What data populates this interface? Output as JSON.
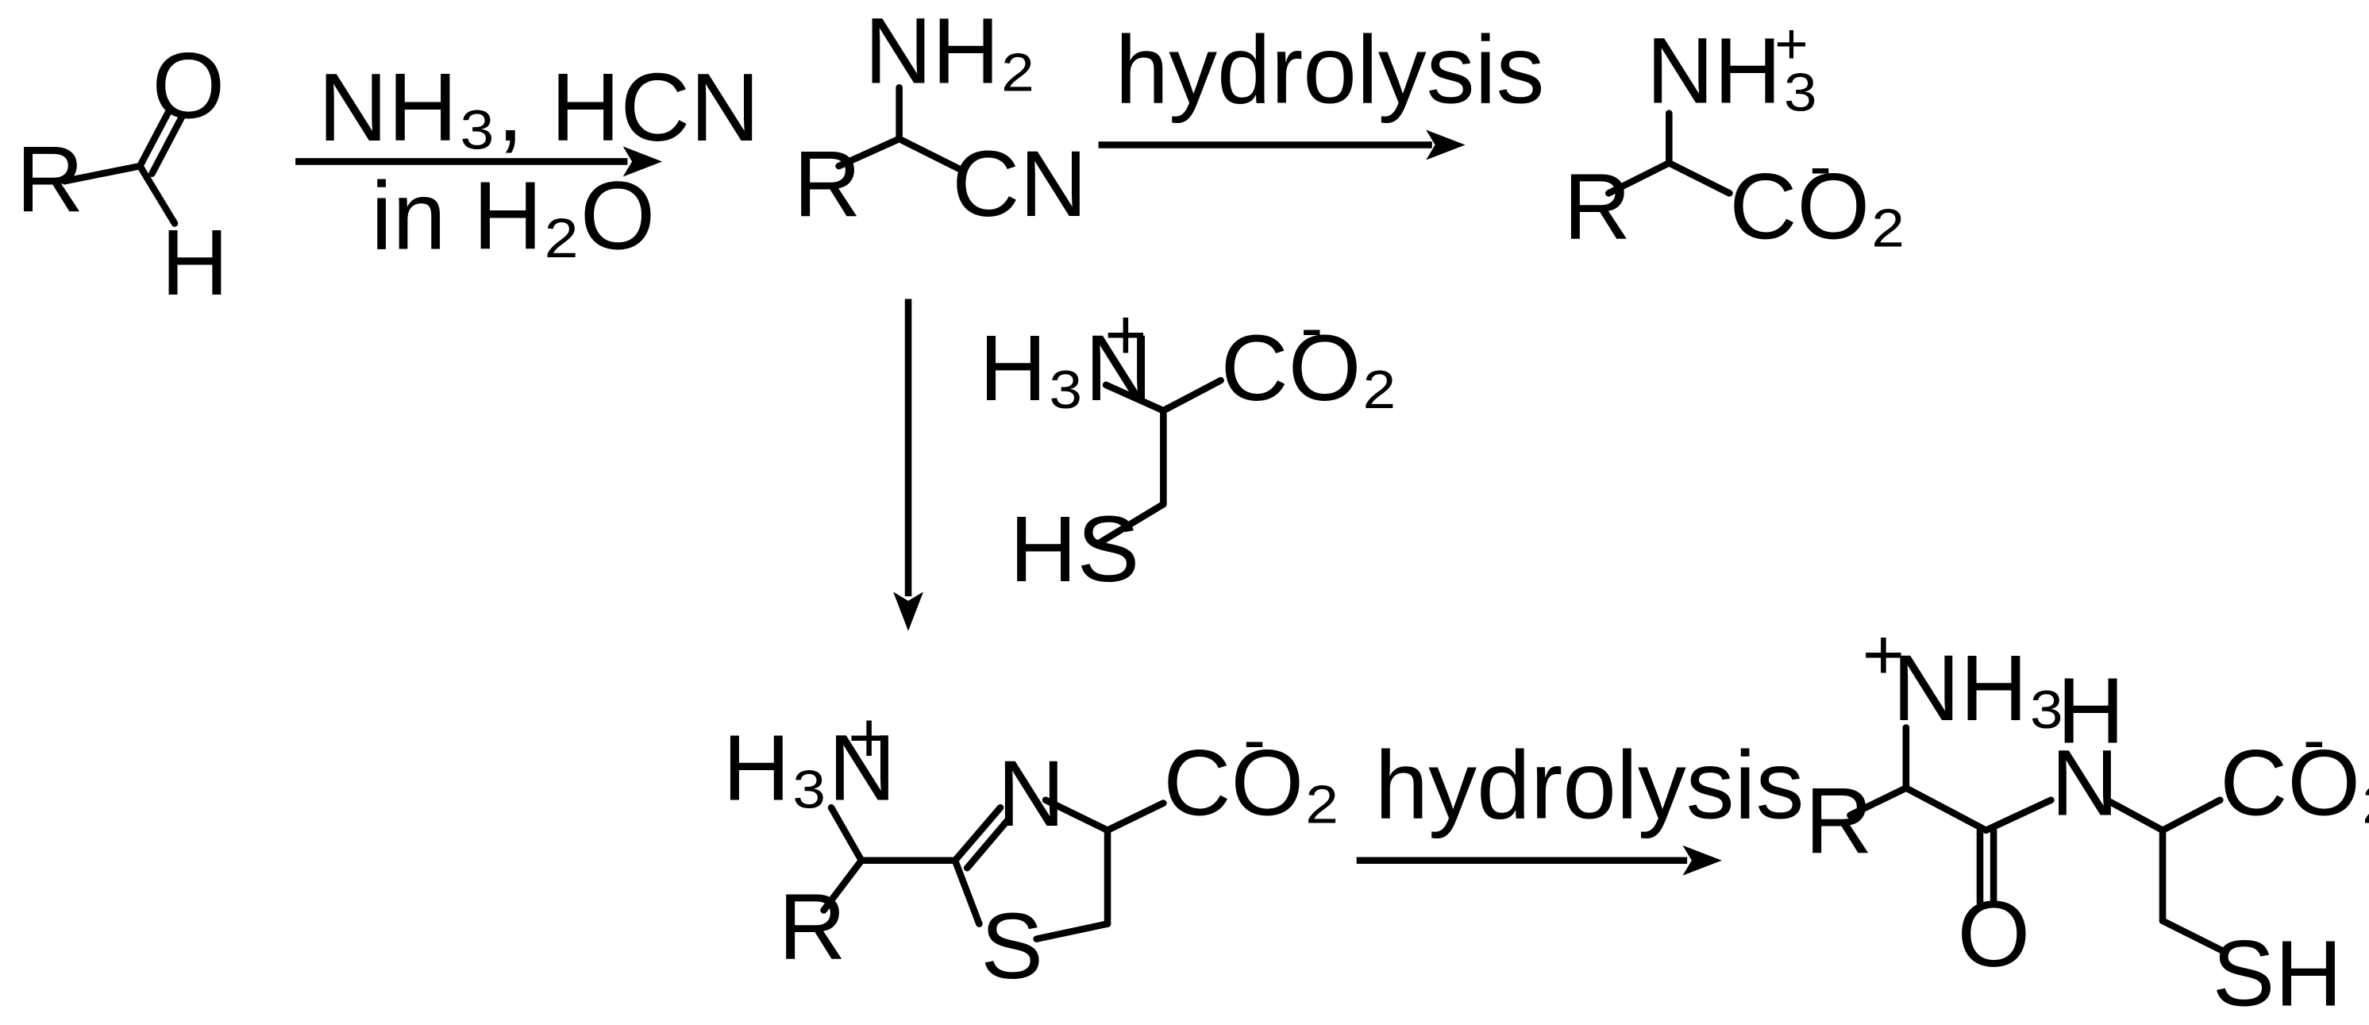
{
  "scheme": {
    "step1": {
      "reagents_label": "NH₃, HCN",
      "solvent_label": "in H₂O"
    },
    "step2": {
      "label": "hydrolysis"
    },
    "step3": {
      "label": "hydrolysis"
    }
  },
  "atoms": {
    "R": "R",
    "O": "O",
    "H": "H",
    "NH2": "NH₂",
    "CN": "CN",
    "NH3": "NH₃",
    "H3N": "H₃N",
    "CO2": "CO₂",
    "HS": "HS",
    "SH": "SH",
    "N": "N",
    "S": "S",
    "plus": "+",
    "minus": "-"
  }
}
